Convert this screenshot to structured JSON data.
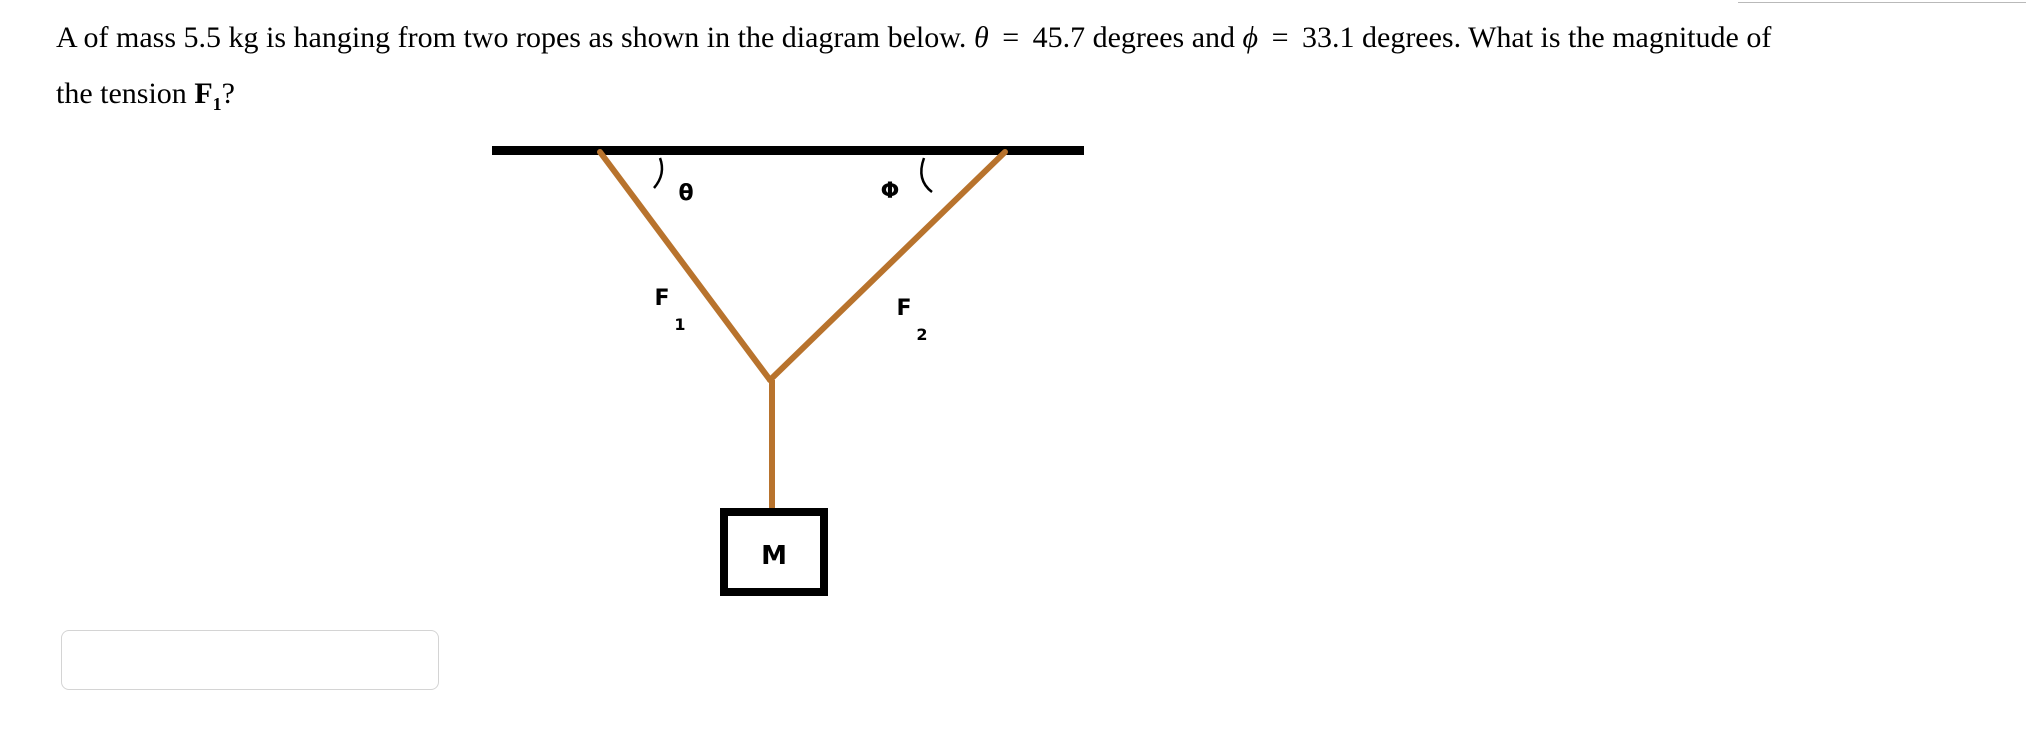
{
  "question": {
    "part1": "A of mass 5.5 kg is hanging from two ropes as shown in the diagram below.",
    "theta_symbol": "θ",
    "equals1": "=",
    "theta_value": "45.7 degrees and",
    "phi_symbol": "ϕ",
    "equals2": "=",
    "phi_value": "33.1 degrees. What is the magnitude of",
    "part2": "the tension",
    "force_symbol": "F",
    "force_subscript": "1",
    "question_mark": "?"
  },
  "diagram": {
    "theta_label": "θ",
    "phi_label": "Φ",
    "f1_label": "F",
    "f1_subscript": "1",
    "f2_label": "F",
    "f2_subscript": "2",
    "mass_label": "M",
    "rope_color": "#b8732d",
    "ceiling_color": "#000000"
  },
  "answer": {
    "value": "",
    "placeholder": ""
  }
}
